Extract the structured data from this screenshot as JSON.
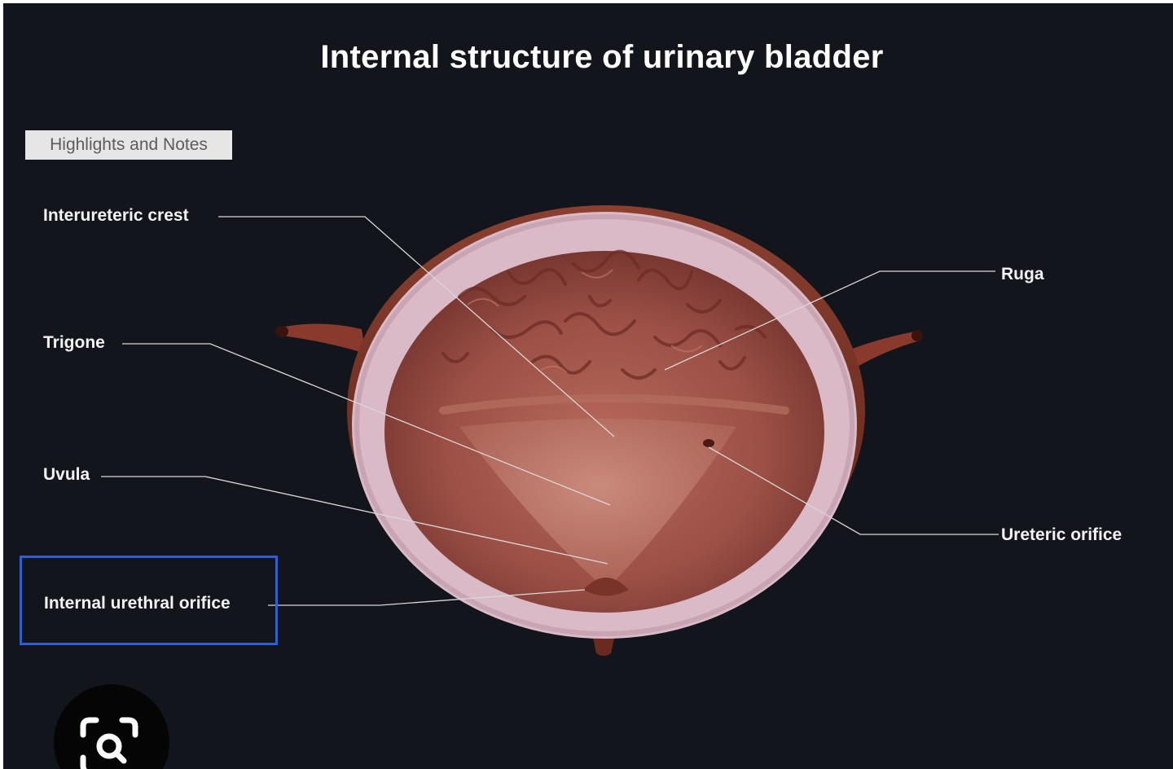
{
  "title": "Internal structure of urinary bladder",
  "notes_tag": "Highlights and Notes",
  "labels": {
    "interureteric_crest": "Interureteric crest",
    "trigone": "Trigone",
    "uvula": "Uvula",
    "internal_urethral_orifice": "Internal urethral orifice",
    "ruga": "Ruga",
    "ureteric_orifice": "Ureteric orifice"
  },
  "colors": {
    "background": "#13151c",
    "highlight_border": "#2f5fd0",
    "bladder_wall": "#d9bac6",
    "bladder_tissue": "#a5584c"
  },
  "overlay": {
    "icon": "lens-search-icon"
  }
}
